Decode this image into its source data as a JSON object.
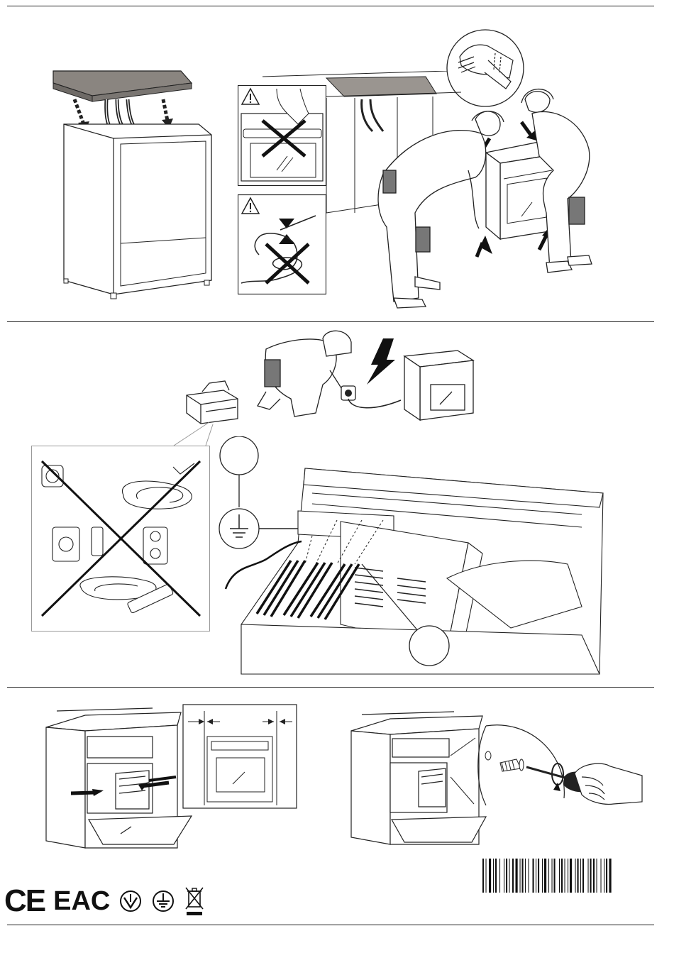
{
  "document": {
    "type": "installation-instructions",
    "sections": [
      {
        "id": "lifting",
        "description_icons": [
          "cabinet-icon",
          "warning-icon",
          "gloves-icon",
          "worker-icon",
          "oven-icon"
        ]
      },
      {
        "id": "electrical",
        "description_icons": [
          "toolbox-icon",
          "lightning-icon",
          "ground-icon",
          "no-extension-icon"
        ]
      },
      {
        "id": "mounting",
        "description_icons": [
          "screwdriver-icon",
          "screw-icon",
          "arrow-icon"
        ]
      }
    ]
  },
  "certifications": {
    "ce": "CE",
    "eac": "EAC",
    "icons": [
      "ukraine-mark-icon",
      "ground-symbol-icon",
      "weee-bin-icon"
    ]
  },
  "colors": {
    "line": "#222222",
    "countertop": "#8a8580",
    "cooktop": "#9a9590",
    "patch": "#777777",
    "paper": "#ffffff"
  }
}
